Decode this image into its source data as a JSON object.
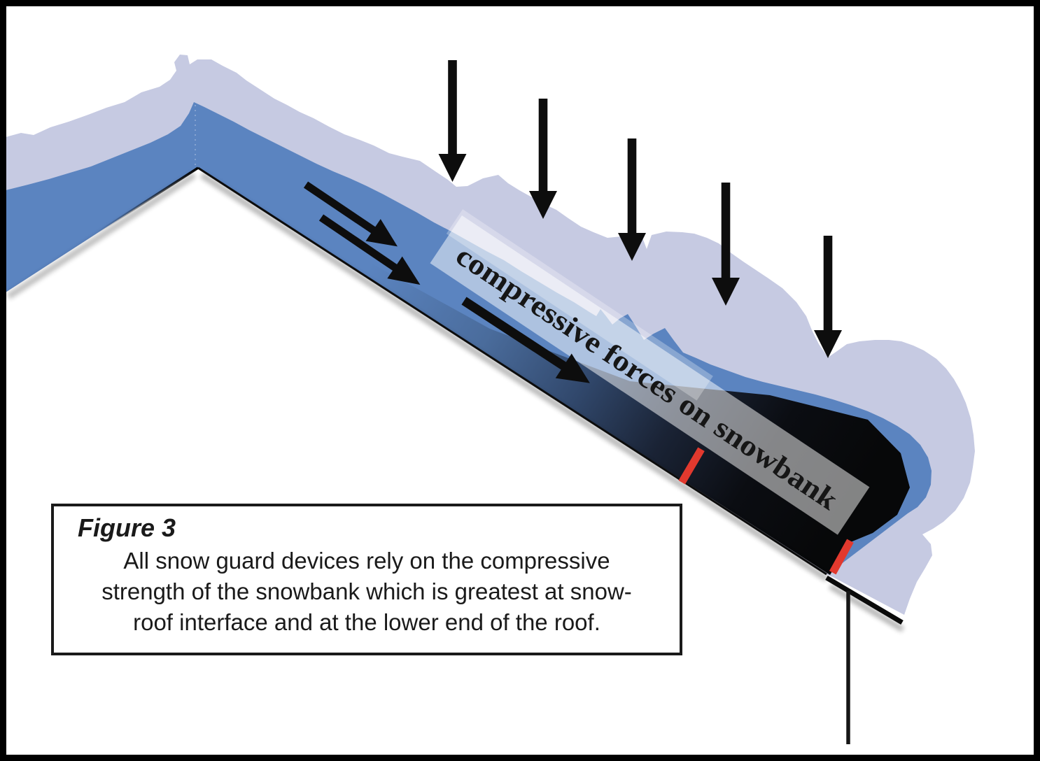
{
  "figure": {
    "type": "roof-snow-load-diagram"
  },
  "labels": {
    "snowbank_force_label": "compressive forces on snowbank"
  },
  "caption": {
    "title": "Figure 3",
    "lines": [
      "All snow guard devices rely on the compressive",
      "strength of the snowbank which is greatest at snow-",
      "roof interface and at the lower end of the roof."
    ]
  },
  "colors": {
    "frame": "#000000",
    "background": "#ffffff",
    "snow_surface": "#c6cae2",
    "snow_dense": "#5b84c0",
    "roof_dark_end": "#0a0b0e",
    "snow_guard_red": "#e2392e",
    "ink": "#0d0d0d",
    "caption_text": "#1a1a1a"
  },
  "icons": {
    "down_arrows": "downward-load-arrow (x5)",
    "slope_arrows": "downslope-force-arrow (x3)",
    "snow_guards": "red snow-guard tick (x2)"
  }
}
